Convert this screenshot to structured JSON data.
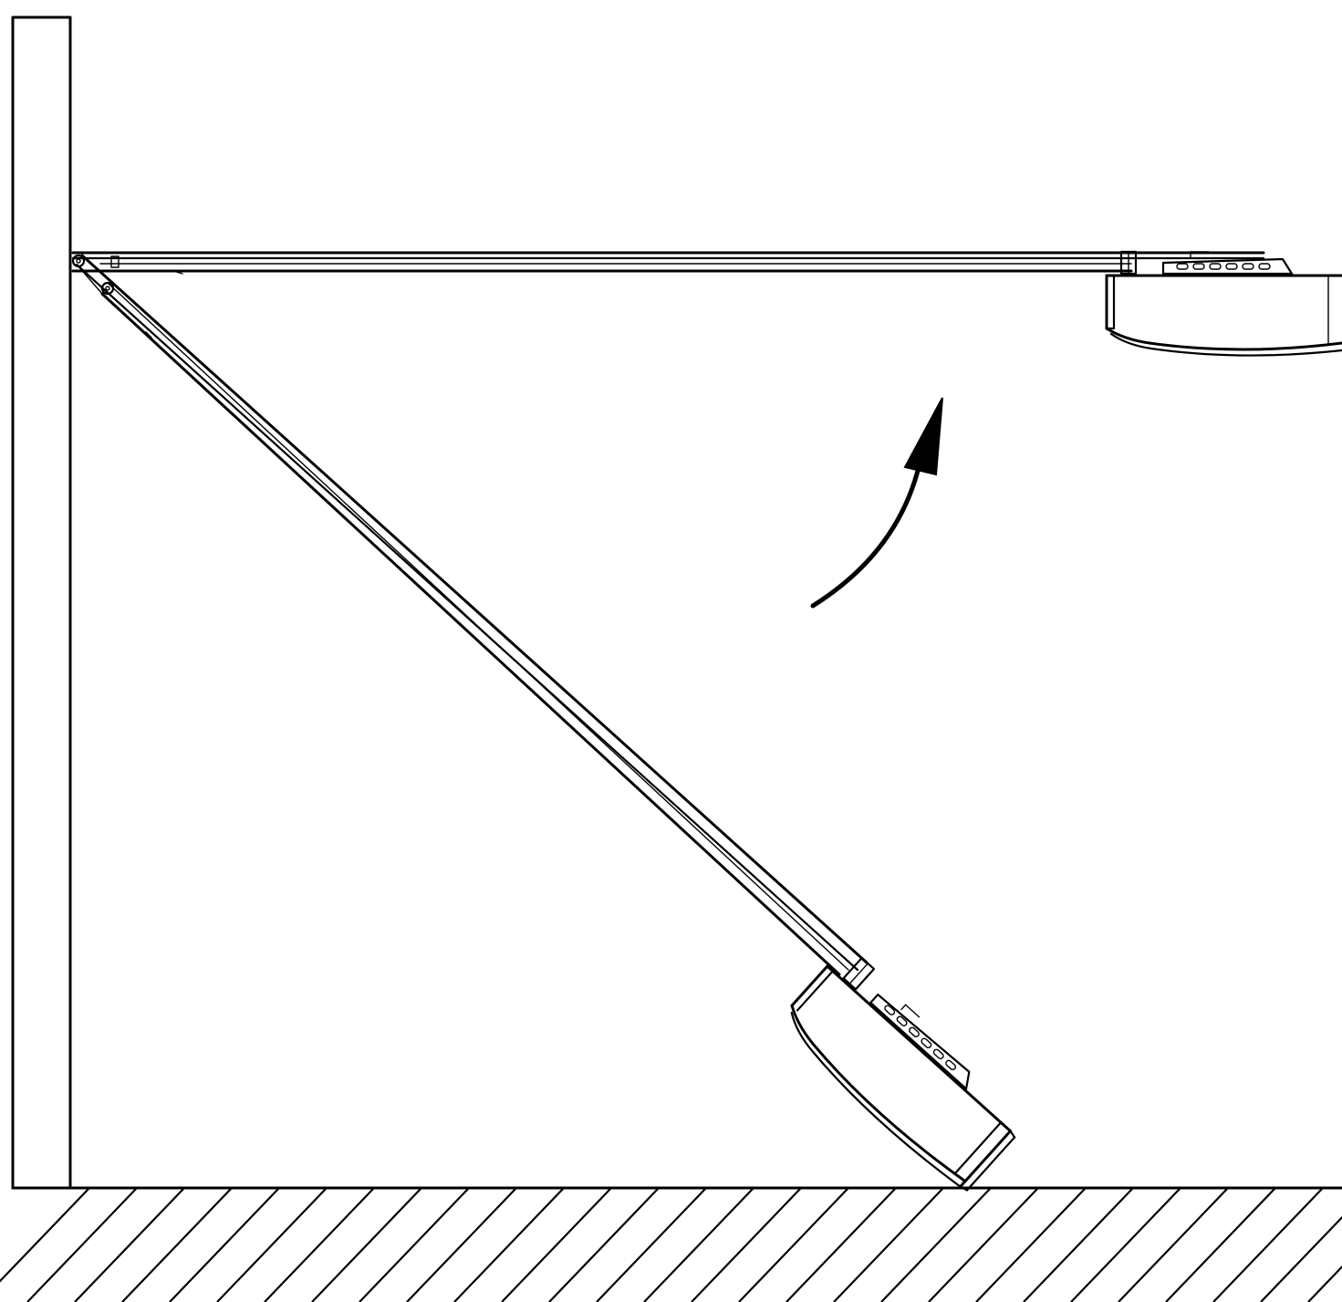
{
  "diagram": {
    "type": "installation-illustration",
    "elements": [
      "wall",
      "floor",
      "rail-mounted-horizontal",
      "opener-unit-mounted",
      "rail-lowered-diagonal",
      "opener-unit-lowered",
      "rotation-arrow"
    ],
    "rotation_direction": "upward",
    "line_color": "#000000",
    "background": "#ffffff"
  }
}
